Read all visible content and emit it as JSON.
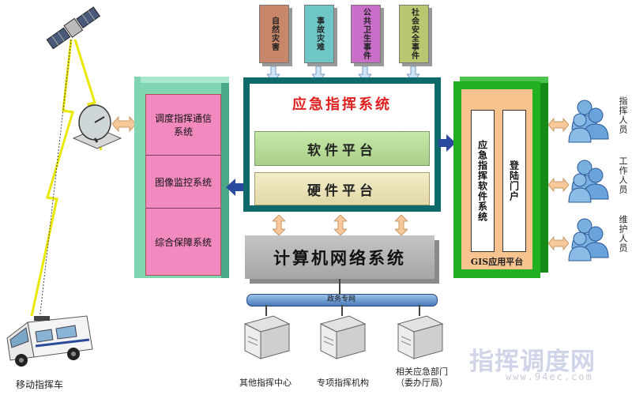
{
  "disasters": [
    "自然灾害",
    "事故灾难",
    "公共卫生事件",
    "社会安全事件"
  ],
  "disaster_colors": [
    "#c8876b",
    "#6fc6c6",
    "#c96fc9",
    "#b8c870"
  ],
  "left_panel": {
    "items": [
      "调度指挥通信系统",
      "图像监控系统",
      "综合保障系统"
    ]
  },
  "center": {
    "title": "应急指挥系统",
    "software": "软件平台",
    "hardware": "硬件平台",
    "network": "计算机网络系统"
  },
  "right_panel": {
    "col1": "应急指挥软件系统",
    "col2": "登陆门户",
    "footer": "GIS应用平台"
  },
  "people": [
    "指挥人员",
    "工作人员",
    "维护人员"
  ],
  "bus_label": "政务专网",
  "nodes": [
    "其他指挥中心",
    "专项指挥机构",
    "相关应急部门\n（委办厅局）"
  ],
  "vehicle_label": "移动指挥车",
  "watermark": {
    "text": "指挥调度网",
    "url": "www.94ec.com"
  }
}
